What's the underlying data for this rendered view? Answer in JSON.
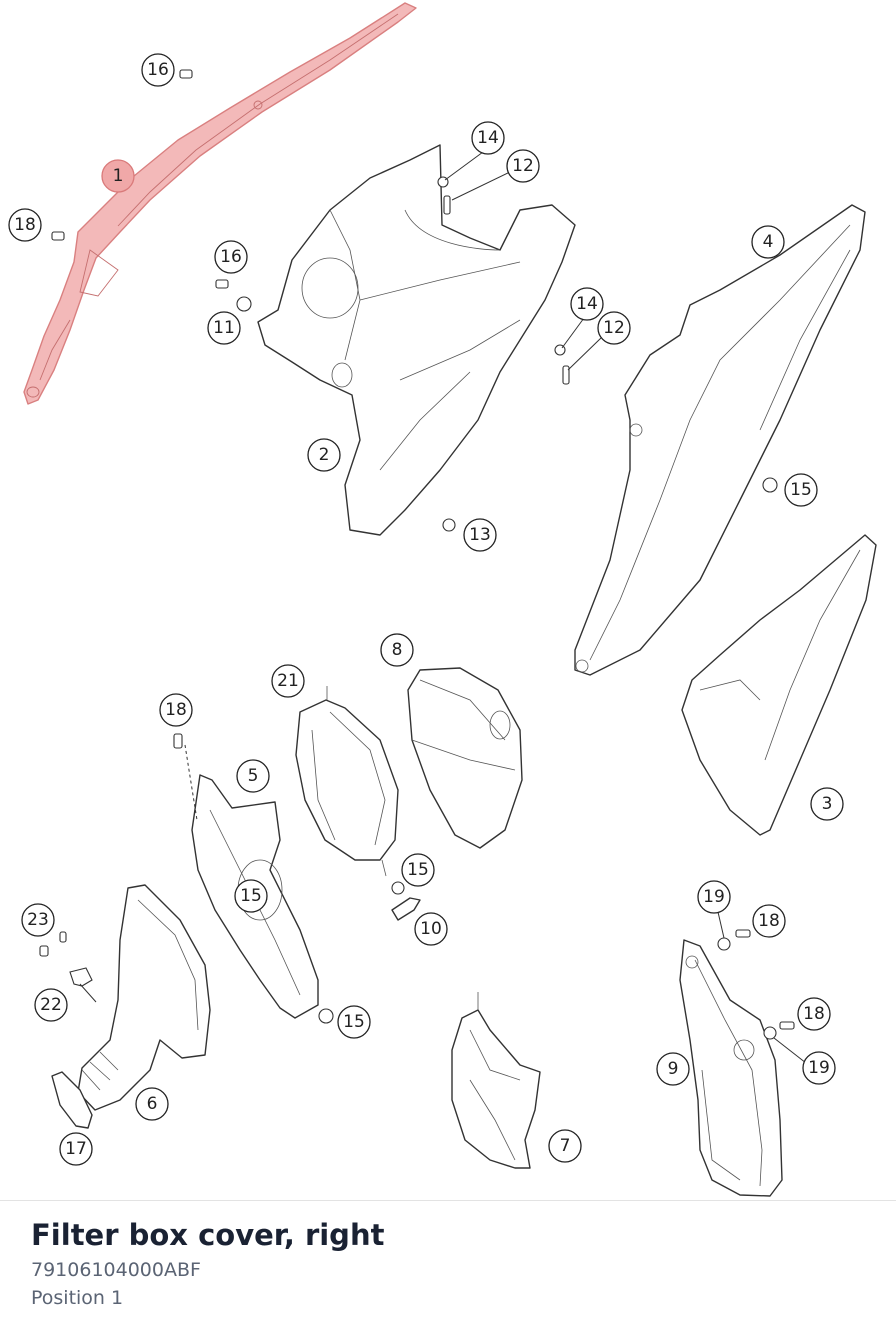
{
  "part": {
    "title": "Filter box cover, right",
    "number": "79106104000ABF",
    "position_label": "Position 1"
  },
  "highlight_color": "#f3b9b9",
  "callouts": {
    "c1": "1",
    "c2": "2",
    "c3": "3",
    "c4": "4",
    "c5": "5",
    "c6": "6",
    "c7": "7",
    "c8": "8",
    "c9": "9",
    "c10": "10",
    "c11": "11",
    "c12a": "12",
    "c12b": "12",
    "c13": "13",
    "c14a": "14",
    "c14b": "14",
    "c15a": "15",
    "c15b": "15",
    "c15c": "15",
    "c15d": "15",
    "c16a": "16",
    "c16b": "16",
    "c17": "17",
    "c18a": "18",
    "c18b": "18",
    "c18c": "18",
    "c18d": "18",
    "c19a": "19",
    "c19b": "19",
    "c21": "21",
    "c22": "22",
    "c23": "23"
  }
}
